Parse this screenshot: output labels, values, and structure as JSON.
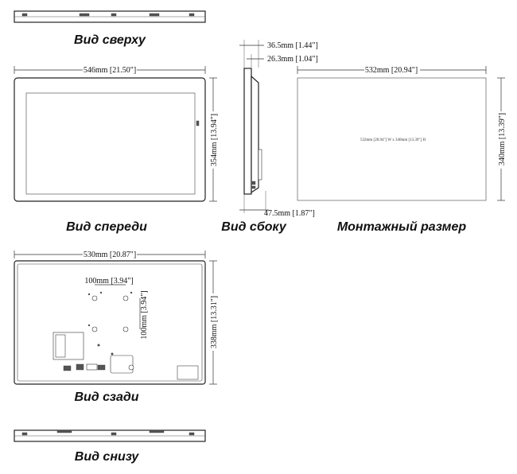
{
  "captions": {
    "top": "Вид сверху",
    "front": "Вид спереди",
    "side": "Вид сбоку",
    "mount": "Монтажный размер",
    "back": "Вид сзади",
    "bottom": "Вид снизу"
  },
  "dimensions": {
    "front_width": "546mm [21.50\"]",
    "front_height": "354mm [13.94\"]",
    "side_depth_total": "36.5mm [1.44\"]",
    "side_depth_body": "26.3mm [1.04\"]",
    "side_depth_base": "47.5mm [1.87\"]",
    "mount_width": "532mm [20.94\"]",
    "mount_height": "340mm [13.39\"]",
    "mount_note": "532mm [20.94\"] W x 340mm [13.39\"] H",
    "back_width": "530mm [20.87\"]",
    "back_height": "338mm [13.31\"]",
    "vesa_horizontal": "100mm [3.94\"]",
    "vesa_vertical": "100mm [3.94\"]"
  }
}
